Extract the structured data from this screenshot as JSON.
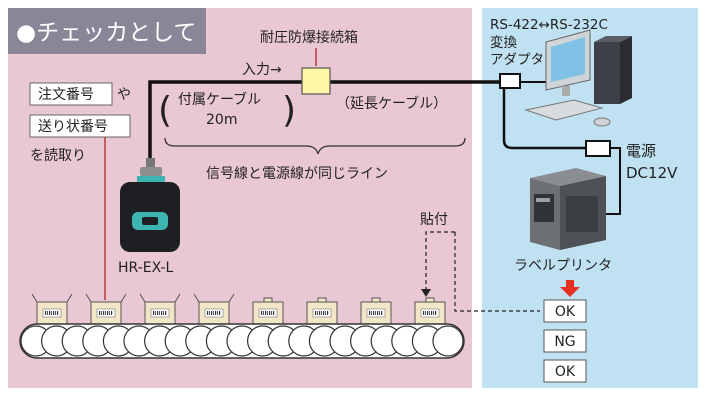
{
  "header": {
    "title": "●チェッカとして"
  },
  "labels": {
    "junction_box": "耐圧防爆接続箱",
    "input": "入力→",
    "cable_attached_line1": "付属ケーブル",
    "cable_attached_line2": "20m",
    "cable_extension": "（延長ケーブル）",
    "shared_line": "信号線と電源線が同じライン",
    "reader_model": "HR-EX-L",
    "apply": "貼付",
    "adapter_line1": "RS-422↔RS-232C",
    "adapter_line2": "変換",
    "adapter_line3": "アダプタ",
    "power_line1": "電源",
    "power_line2": "DC12V",
    "label_printer": "ラベルプリンタ"
  },
  "read_targets": {
    "order_number": "注文番号",
    "particle": "や",
    "invoice_number": "送り状番号",
    "action": "を読取り"
  },
  "results": [
    "OK",
    "NG",
    "OK"
  ],
  "colors": {
    "left_panel": "#e9c7d3",
    "right_panel": "#bfe1f2",
    "title_bg": "#8a8597",
    "junction_box": "#fdf7a6",
    "pointer_line": "#b8383f",
    "arrow": "#e53022",
    "reader_accent": "#3db4b2"
  },
  "icons": [
    "pc-icon",
    "label-printer-icon",
    "barcode-reader-icon",
    "conveyor-icon",
    "package-icon",
    "junction-box-icon",
    "down-arrow-icon"
  ]
}
